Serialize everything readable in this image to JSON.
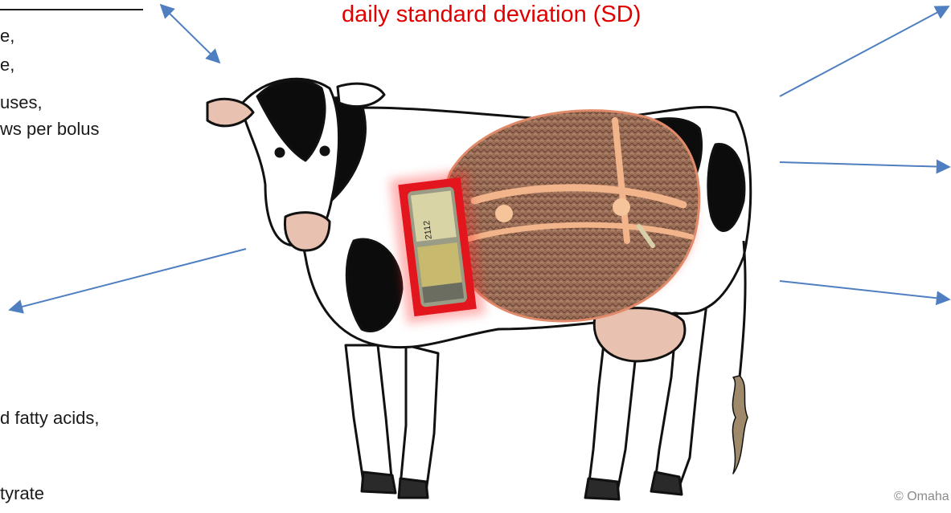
{
  "title": "daily standard deviation (SD)",
  "left_text": {
    "top_lines": [
      "e,",
      "e,",
      "uses,",
      "ws per bolus"
    ],
    "bottom_lines": [
      "d fatty acids,",
      "tyrate"
    ]
  },
  "copyright": "© Omaha",
  "colors": {
    "title": "#e00000",
    "arrow": "#4f7fc0",
    "bolus_frame": "#e4161d",
    "cow_black": "#0c0c0c",
    "cow_white": "#ffffff",
    "udder": "#e8c1b0",
    "rumen": "#9a6d56"
  },
  "icons": [
    "cow-illustration",
    "rumen-cutaway",
    "rumen-bolus-sensor"
  ]
}
